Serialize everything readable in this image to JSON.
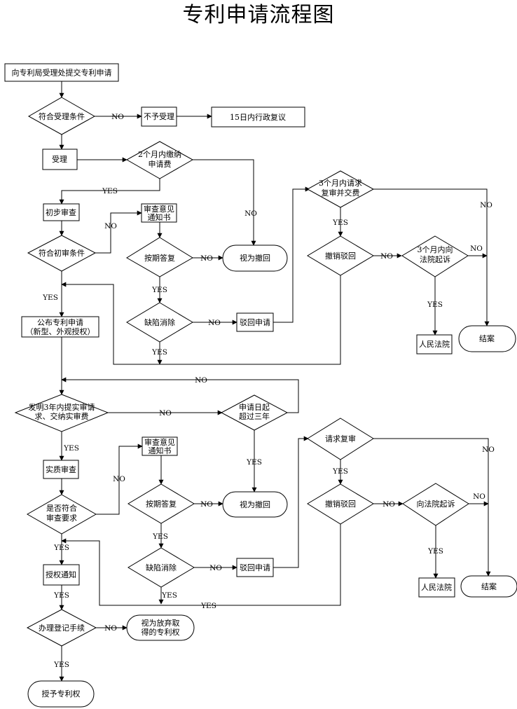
{
  "title": "专利申请流程图",
  "nodes": {
    "submit": "向专利局受理处提交专利申请",
    "meet_accept": "符合受理条件",
    "not_accept": "不予受理",
    "admin_review": "15日内行政复议",
    "accept": "受理",
    "pay_fee": [
      "2个月内缴纳",
      "申请费"
    ],
    "prelim_exam": "初步审查",
    "meet_prelim": "符合初审条件",
    "opinion1": [
      "审查意见",
      "通知书"
    ],
    "reply1": "按期答复",
    "withdraw1": "视为撤回",
    "defect1": "缺陷消除",
    "reject1": "驳回申请",
    "review_req1": [
      "3个月内请求",
      "复审并交费"
    ],
    "revoke_reject1": "撤销驳回",
    "sue1": [
      "3个月内向",
      "法院起诉"
    ],
    "court1": "人民法院",
    "end1": "结案",
    "publish": [
      "公布专利申请",
      "（新型、外观授权）"
    ],
    "substantive_req": [
      "发明3年内提实审请",
      "求、交纳实审费"
    ],
    "over3y": [
      "申请日起",
      "超过三年"
    ],
    "withdraw2": "视为撤回",
    "substantive": "实质审查",
    "meet_substantive": [
      "是否符合",
      "审查要求"
    ],
    "opinion2": [
      "审查意见",
      "通知书"
    ],
    "reply2": "按期答复",
    "defect2": "缺陷消除",
    "reject2": "驳回申请",
    "review_req2": "请求复审",
    "revoke_reject2": "撤销驳回",
    "sue2": "向法院起诉",
    "court2": "人民法院",
    "end2": "结案",
    "grant_notice": "授权通知",
    "register": "办理登记手续",
    "abandon": [
      "视为放弃取",
      "得的专利权"
    ],
    "grant": "授予专利权"
  },
  "labels": {
    "yes": "YES",
    "no": "NO"
  }
}
